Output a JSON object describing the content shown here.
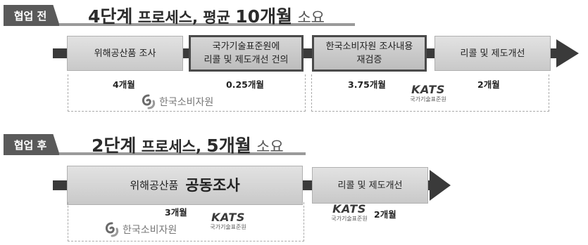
{
  "before": {
    "tag": "협업 전",
    "headline": {
      "steps": "4단계",
      "process": "프로세스,",
      "avg": "평균",
      "months": "10개월",
      "suffix": "소요"
    },
    "steps": [
      {
        "label": "위해공산품  조사",
        "duration": "4개월"
      },
      {
        "label_line1": "국가기술표준원에",
        "label_line2": "리콜 및 제도개선 건의",
        "duration": "0.25개월"
      },
      {
        "label_line1": "한국소비자원 조사내용",
        "label_line2": "재검증",
        "duration": "3.75개월"
      },
      {
        "label": "리콜 및 제도개선",
        "duration": "2개월"
      }
    ]
  },
  "after": {
    "tag": "협업 후",
    "headline": {
      "steps": "2단계",
      "process": "프로세스,",
      "months": "5개월",
      "suffix": "소요"
    },
    "steps": [
      {
        "label_a": "위해공산품",
        "label_b": "공동조사",
        "duration": "3개월"
      },
      {
        "label": "리콜 및 제도개선",
        "duration": "2개월"
      }
    ]
  },
  "logos": {
    "ksa_name": "한국소비자원",
    "kats_mark": "KATS",
    "kats_name": "국가기술표준원",
    "icon": "ksa-swirl-icon"
  }
}
